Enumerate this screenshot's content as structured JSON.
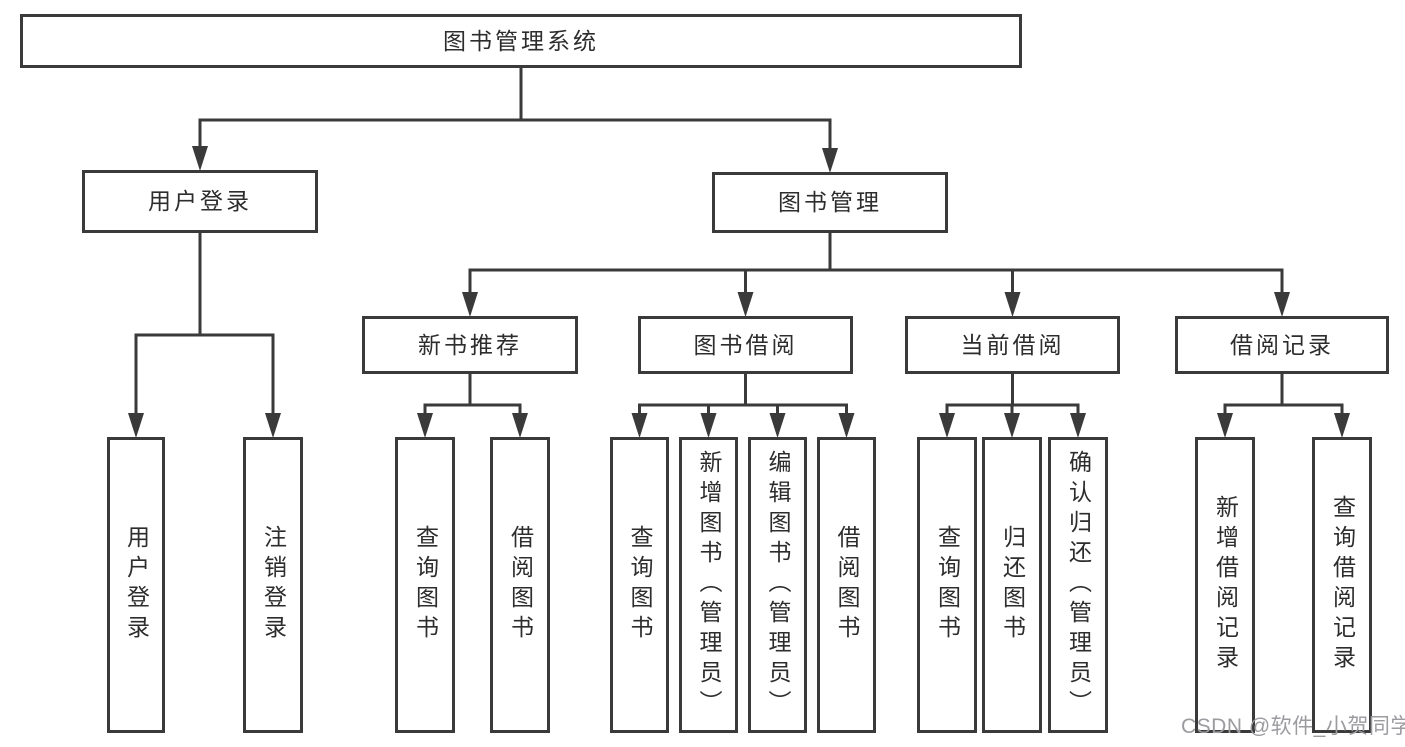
{
  "colors": {
    "box_border": "#3a3a3a",
    "connector_line": "#3a3a3a",
    "text": "#2d2d2d",
    "watermark": "#9b9ba0",
    "background": "#ffffff"
  },
  "watermark": {
    "text": "CSDN @软件_小贺同学"
  },
  "diagram": {
    "type": "hierarchy-tree",
    "tree": {
      "id": "root",
      "label": "图书管理系统",
      "children": [
        {
          "id": "user-login",
          "label": "用户登录",
          "children": [
            {
              "id": "user-login-leaf",
              "label": "用户登录",
              "orientation": "vertical"
            },
            {
              "id": "logout-leaf",
              "label": "注销登录",
              "orientation": "vertical"
            }
          ]
        },
        {
          "id": "book-management",
          "label": "图书管理",
          "children": [
            {
              "id": "new-book-recommend",
              "label": "新书推荐",
              "children": [
                {
                  "id": "nbr-query-books",
                  "label": "查询图书",
                  "orientation": "vertical"
                },
                {
                  "id": "nbr-borrow-books",
                  "label": "借阅图书",
                  "orientation": "vertical"
                }
              ]
            },
            {
              "id": "book-borrow",
              "label": "图书借阅",
              "children": [
                {
                  "id": "bb-query-books",
                  "label": "查询图书",
                  "orientation": "vertical"
                },
                {
                  "id": "bb-add-books",
                  "label": "新增图书（管理员）",
                  "orientation": "vertical"
                },
                {
                  "id": "bb-edit-books",
                  "label": "编辑图书（管理员）",
                  "orientation": "vertical"
                },
                {
                  "id": "bb-borrow-books",
                  "label": "借阅图书",
                  "orientation": "vertical"
                }
              ]
            },
            {
              "id": "current-borrow",
              "label": "当前借阅",
              "children": [
                {
                  "id": "cb-query-books",
                  "label": "查询图书",
                  "orientation": "vertical"
                },
                {
                  "id": "cb-return-books",
                  "label": "归还图书",
                  "orientation": "vertical"
                },
                {
                  "id": "cb-confirm-return",
                  "label": "确认归还（管理员）",
                  "orientation": "vertical"
                }
              ]
            },
            {
              "id": "borrow-records",
              "label": "借阅记录",
              "children": [
                {
                  "id": "br-add-record",
                  "label": "新增借阅记录",
                  "orientation": "vertical"
                },
                {
                  "id": "br-query-record",
                  "label": "查询借阅记录",
                  "orientation": "vertical"
                }
              ]
            }
          ]
        }
      ]
    }
  }
}
